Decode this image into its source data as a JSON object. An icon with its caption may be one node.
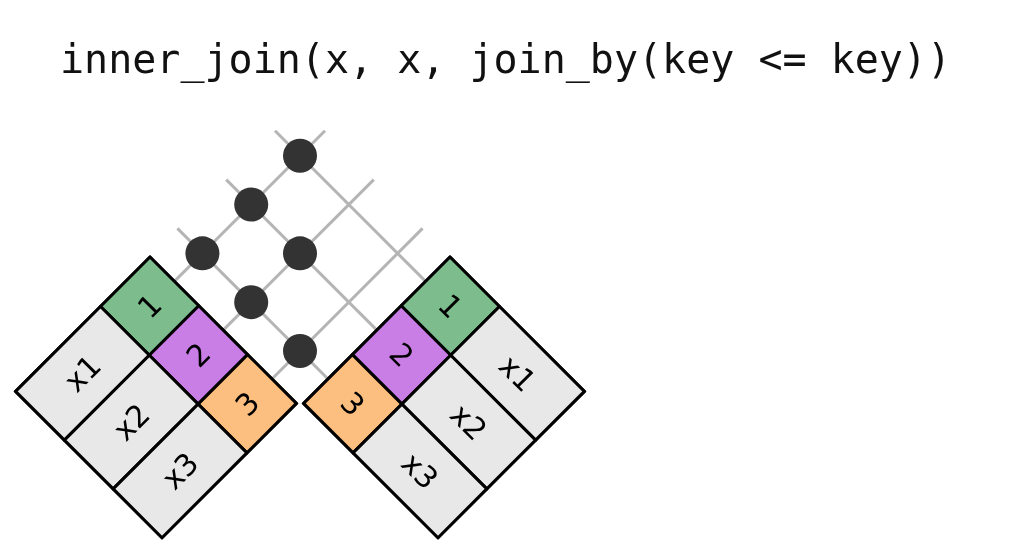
{
  "diagram": {
    "title": "inner_join(x, x, join_by(key <= key))",
    "nodes": [
      {
        "text": [],
        "shape": "diamond"
      },
      {
        "text": [
          "1"
        ],
        "in": 0
      },
      {
        "text": [
          "x1"
        ],
        "in": 0
      },
      {
        "text": [
          "2"
        ],
        "in": 0
      },
      {
        "text": [
          "x2"
        ],
        "in": 0
      },
      {
        "text": [
          "3"
        ],
        "in": 0
      },
      {
        "text": [
          "x3"
        ],
        "in": 0
      },
      {
        "text": [],
        "shape": "diamond"
      },
      {
        "text": [
          "1"
        ],
        "in": 7
      },
      {
        "text": [
          "x1"
        ],
        "in": 7
      },
      {
        "text": [
          "2"
        ],
        "in": 7
      },
      {
        "text": [
          "x2"
        ],
        "in": 7
      },
      {
        "text": [
          "3"
        ],
        "in": 7
      },
      {
        "text": [
          "x3"
        ],
        "in": 7
      },
      {
        "text": [],
        "shape": "circle"
      },
      {
        "text": [],
        "shape": "circle"
      },
      {
        "text": [],
        "shape": "circle"
      },
      {
        "text": [],
        "shape": "circle"
      },
      {
        "text": [],
        "shape": "circle"
      },
      {
        "text": [],
        "shape": "circle"
      }
    ]
  }
}
